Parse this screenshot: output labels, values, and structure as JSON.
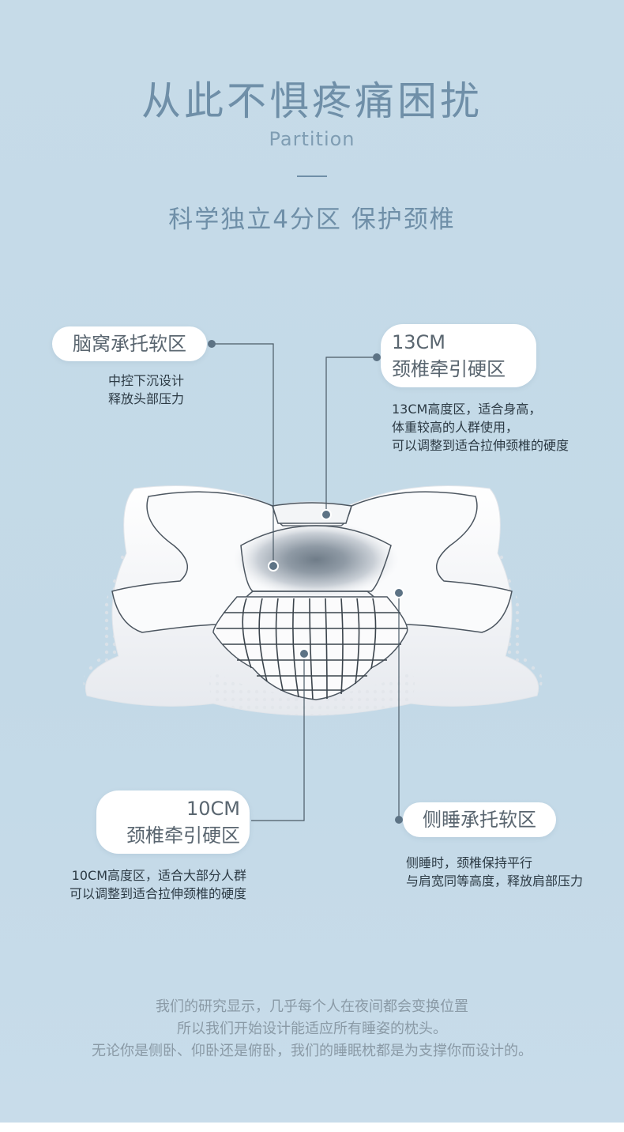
{
  "header": {
    "title": "从此不惧疼痛困扰",
    "subtitle": "Partition",
    "tagline": "科学独立4分区 保护颈椎"
  },
  "zones": [
    {
      "label": "脑窝承托软区",
      "desc": [
        "中控下沉设计",
        "释放头部压力"
      ]
    },
    {
      "label_line1": "13CM",
      "label_line2": "颈椎牵引硬区",
      "desc": [
        "13CM高度区，适合身高，",
        "体重较高的人群使用，",
        "可以调整到适合拉伸颈椎的硬度"
      ]
    },
    {
      "label_line1": "10CM",
      "label_line2": "颈椎牵引硬区",
      "desc": [
        "10CM高度区，适合大部分人群",
        "可以调整到适合拉伸颈椎的硬度"
      ]
    },
    {
      "label": "侧睡承托软区",
      "desc": [
        "侧睡时，颈椎保持平行",
        "与肩宽同等高度，释放肩部压力"
      ]
    }
  ],
  "footer": {
    "lines": [
      "我们的研究显示，几乎每个人在夜间都会变换位置",
      "所以我们开始设计能适应所有睡姿的枕头。",
      "无论你是侧卧、仰卧还是俯卧，我们的睡眠枕都是为支撑你而设计的。"
    ]
  },
  "colors": {
    "background": "#c6dbe8",
    "title": "#6f8fa8",
    "pillow": "#f7f8fa",
    "leader_line": "#4a5a66",
    "dot": "#5d7385"
  }
}
